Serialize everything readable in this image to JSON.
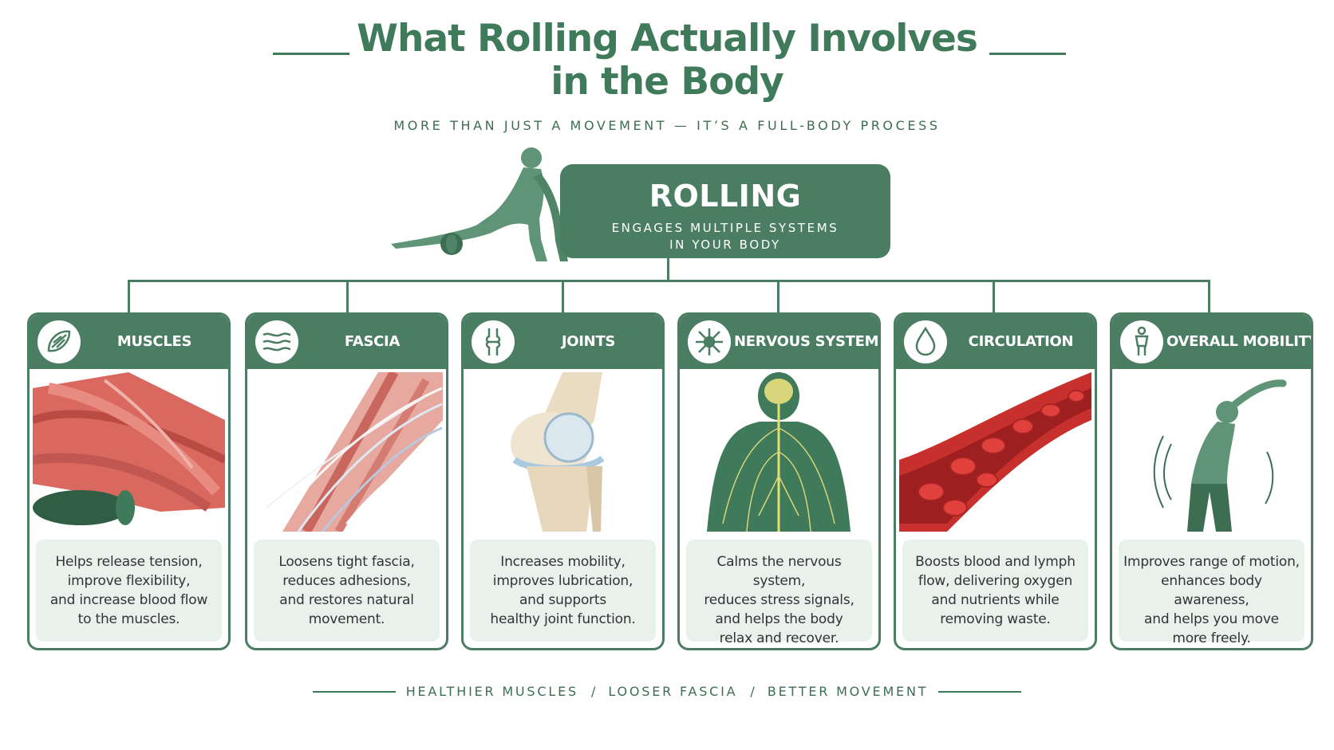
{
  "header": {
    "title_line1": "What Rolling Actually Involves",
    "title_line2": "in the Body",
    "subtitle": "MORE THAN JUST A MOVEMENT — IT’S A FULL-BODY PROCESS"
  },
  "hub": {
    "title": "ROLLING",
    "subtitle_line1": "ENGAGES MULTIPLE SYSTEMS",
    "subtitle_line2": "IN YOUR BODY"
  },
  "cards": [
    {
      "title": "MUSCLES",
      "icon": "muscle-icon",
      "text": [
        "Helps release tension,",
        "improve flexibility,",
        "and increase blood flow",
        "to the muscles."
      ]
    },
    {
      "title": "FASCIA",
      "icon": "fascia-icon",
      "text": [
        "Loosens tight fascia,",
        "reduces adhesions,",
        "and restores natural",
        "movement."
      ]
    },
    {
      "title": "JOINTS",
      "icon": "joint-icon",
      "text": [
        "Increases mobility,",
        "improves lubrication,",
        "and supports",
        "healthy joint function."
      ]
    },
    {
      "title": "NERVOUS SYSTEM",
      "icon": "neuron-icon",
      "text": [
        "Calms the nervous system,",
        "reduces stress signals,",
        "and helps the body",
        "relax and recover."
      ]
    },
    {
      "title": "CIRCULATION",
      "icon": "drop-icon",
      "text": [
        "Boosts blood and lymph",
        "flow, delivering oxygen",
        "and nutrients while",
        "removing waste."
      ]
    },
    {
      "title": "OVERALL MOBILITY",
      "icon": "person-icon",
      "text": [
        "Improves range of motion,",
        "enhances body awareness,",
        "and helps you move",
        "more freely."
      ]
    }
  ],
  "footer": {
    "items": [
      "HEALTHIER MUSCLES",
      "LOOSER FASCIA",
      "BETTER MOVEMENT"
    ],
    "separator": "/"
  },
  "colors": {
    "brand_green": "#4a7d62",
    "title_green": "#3f7a5a",
    "text_panel": "#e9f1ec"
  }
}
